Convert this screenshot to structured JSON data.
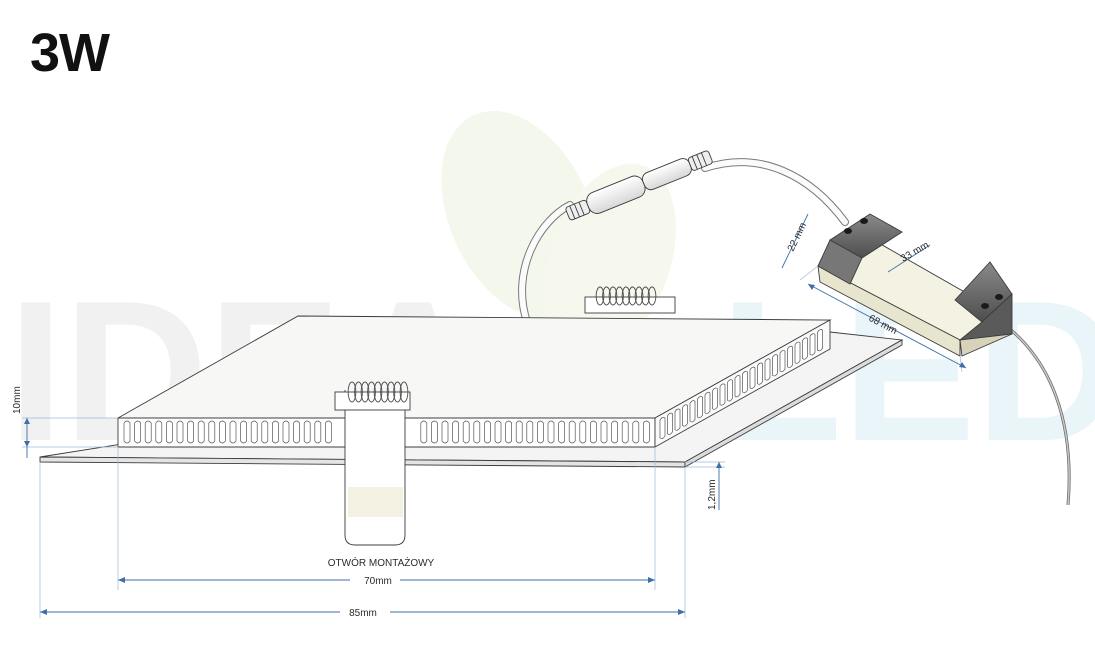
{
  "title": "3W",
  "watermark": {
    "left": "IDEA",
    "right": "LED",
    "color_left": "#f1f1f1",
    "color_right": "#e9f5f8"
  },
  "colors": {
    "dimension": "#3e6fa8",
    "outline": "#3c3c3c",
    "panel_face": "#f7f7f5",
    "driver_body": "#f4f2e2",
    "driver_cap": "#6a6a6a"
  },
  "labels": {
    "height_10": "10mm",
    "thickness_1_2": "1,2mm",
    "cutout_caption": "OTWÓR MONTAŻOWY",
    "width_70": "70mm",
    "width_85": "85mm",
    "driver_22": "22 mm",
    "driver_33": "33 mm",
    "driver_68": "68 mm"
  }
}
